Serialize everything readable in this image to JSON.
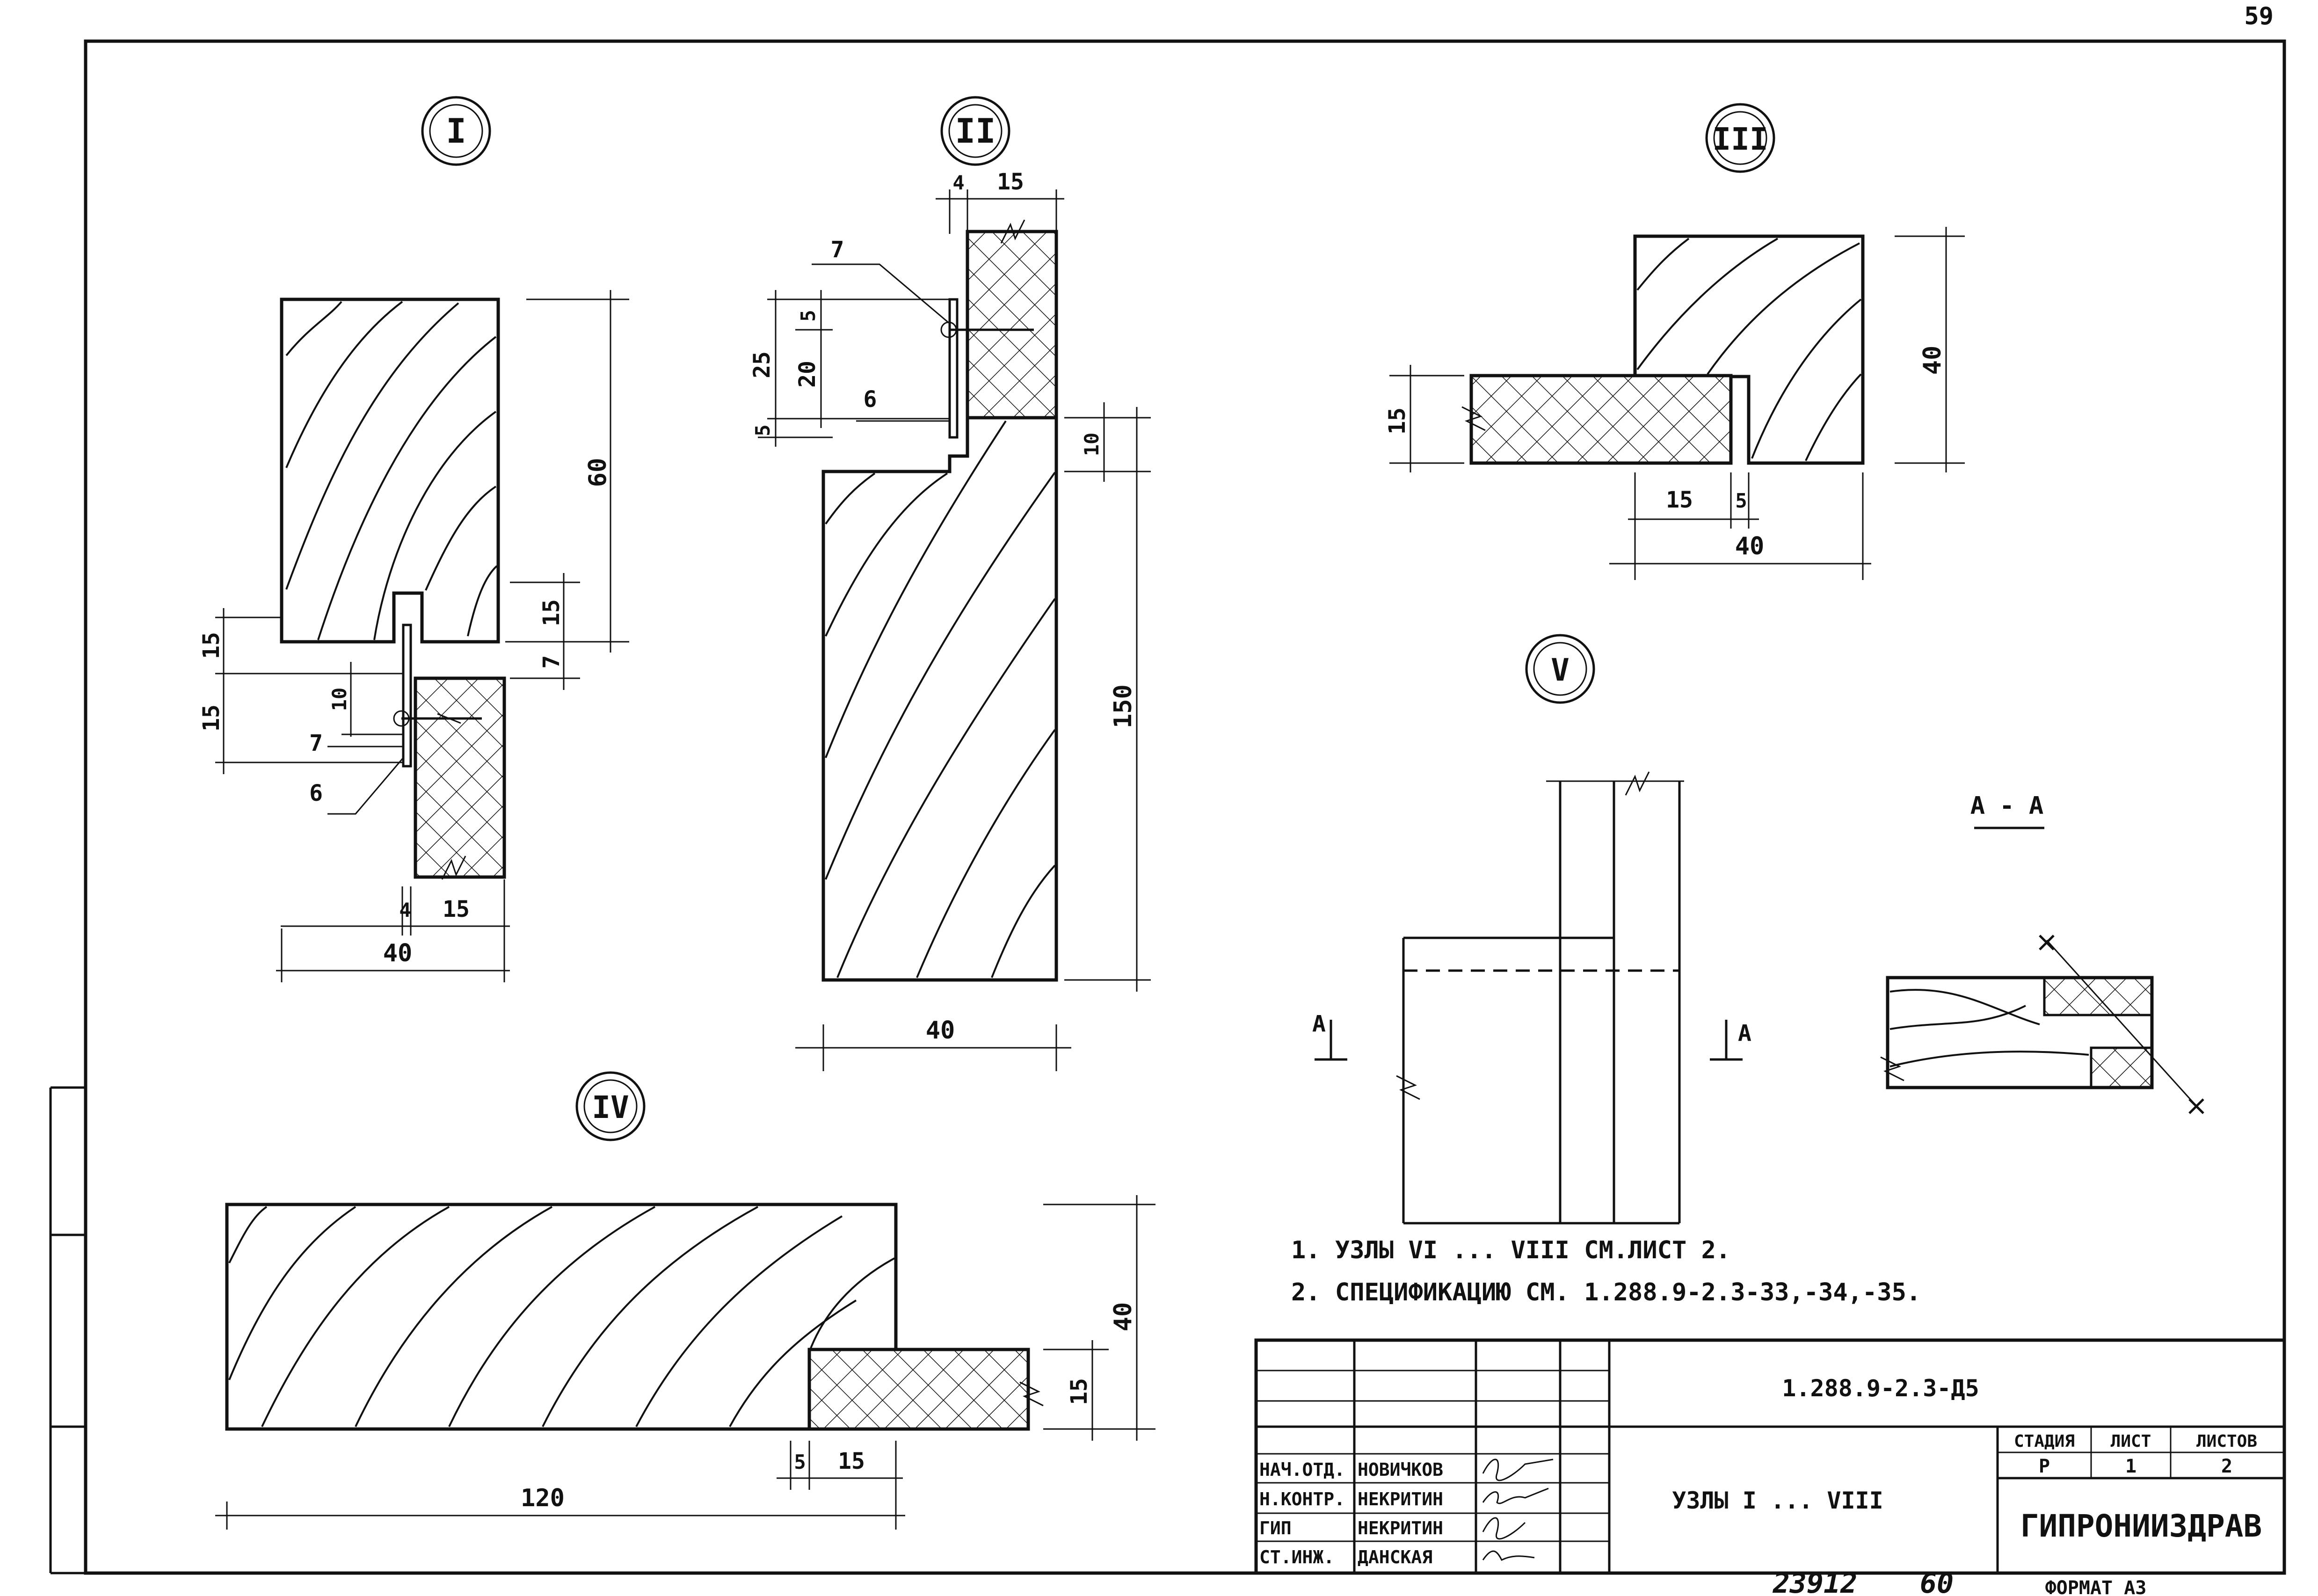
{
  "sheet": {
    "page_number": "59",
    "bottom_left_code": "23912",
    "bottom_left_code2": "60",
    "format": "ФОРМАТ А3"
  },
  "details": {
    "I": {
      "marker": "I",
      "dims": {
        "h_total": "60",
        "h_tongue": "15",
        "h_7": "7",
        "l15a": "15",
        "l15b": "15",
        "l10": "10",
        "w40": "40",
        "w4": "4",
        "w15": "15",
        "lead7": "7",
        "lead6": "6"
      }
    },
    "II": {
      "marker": "II",
      "dims": {
        "w4": "4",
        "w15": "15",
        "v5": "5",
        "v20": "20",
        "v25": "25",
        "v5b": "5",
        "lead7": "7",
        "lead6": "6",
        "v10": "10",
        "v150": "150",
        "w40": "40"
      }
    },
    "III": {
      "marker": "III",
      "dims": {
        "v40": "40",
        "v15": "15",
        "w15": "15",
        "w5": "5",
        "w40": "40"
      }
    },
    "IV": {
      "marker": "IV",
      "dims": {
        "v40": "40",
        "v15": "15",
        "w5": "5",
        "w15": "15",
        "w120": "120"
      }
    },
    "V": {
      "marker": "V",
      "section_left": "А",
      "section_right": "А",
      "section_title": "А - А"
    }
  },
  "notes": [
    "1. УЗЛЫ VI ... VIII СМ.ЛИСТ 2.",
    "2. СПЕЦИФИКАЦИЮ СМ. 1.288.9-2.3-33,-34,-35."
  ],
  "title_block": {
    "doc_code": "1.288.9-2.3-Д5",
    "title": "УЗЛЫ I ... VIII",
    "org": "ГИПРОНИИЗДРАВ",
    "stage_header": "СТАДИЯ",
    "sheet_header": "ЛИСТ",
    "sheets_header": "ЛИСТОВ",
    "stage": "Р",
    "sheet": "1",
    "sheets": "2",
    "signatures": [
      {
        "role": "НАЧ.ОТД.",
        "name": "НОВИЧКОВ"
      },
      {
        "role": "Н.КОНТР.",
        "name": "НЕКРИТИН"
      },
      {
        "role": "ГИП",
        "name": "НЕКРИТИН"
      },
      {
        "role": "СТ.ИНЖ.",
        "name": "ДАНСКАЯ"
      }
    ]
  }
}
